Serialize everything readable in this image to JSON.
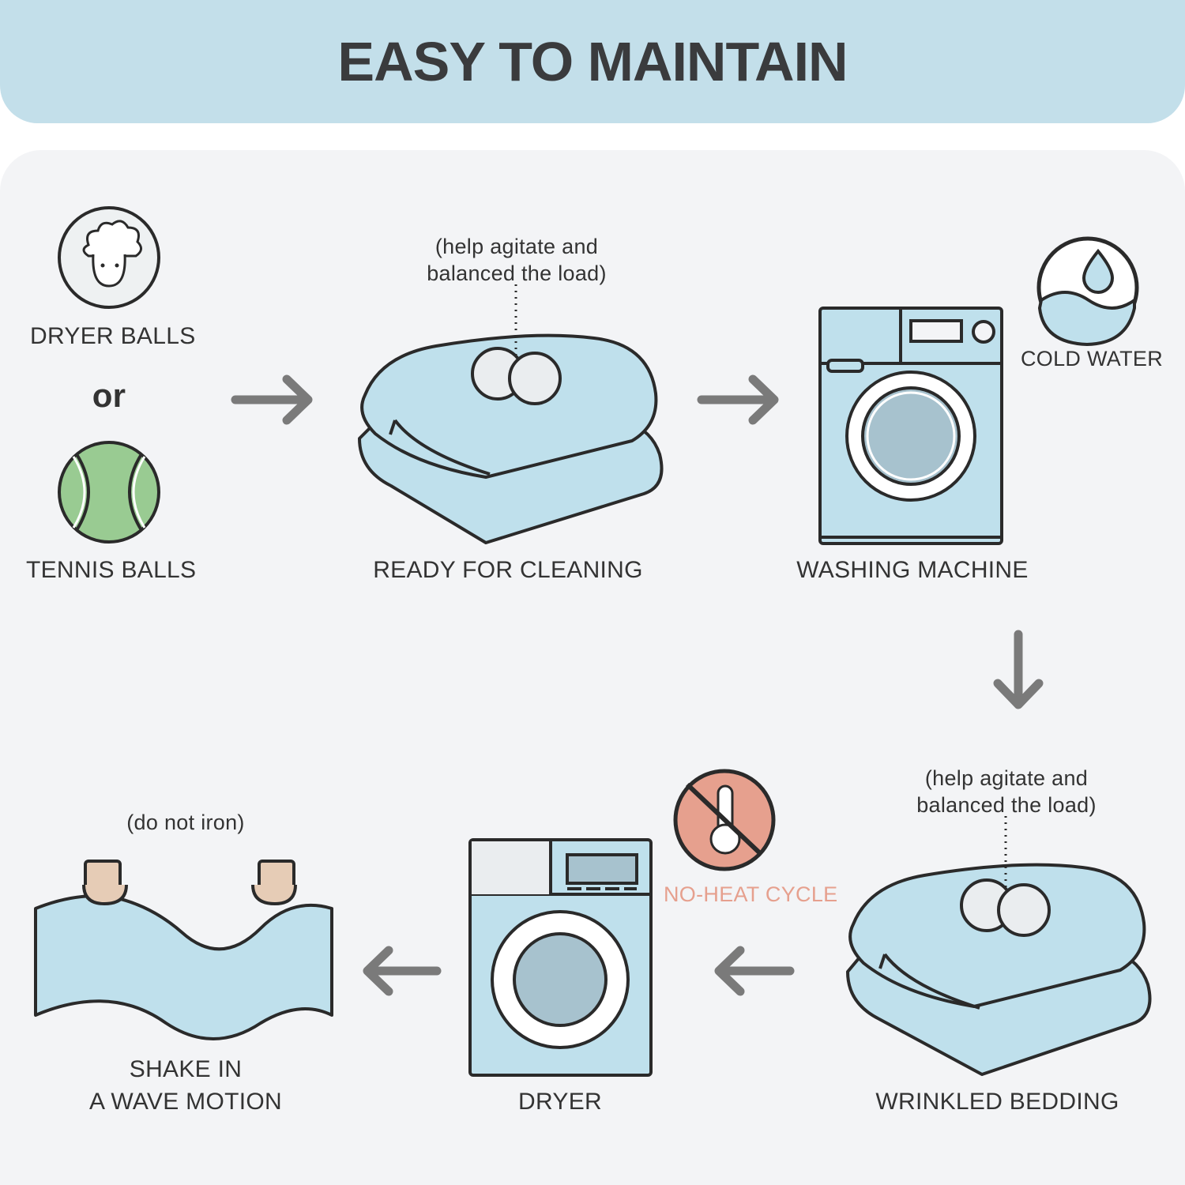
{
  "title": "EASY TO MAINTAIN",
  "colors": {
    "header_bg": "#c3dfea",
    "panel_bg": "#f3f4f6",
    "item_fill": "#bfe0ec",
    "arrow": "#7a7a7a",
    "tennis_ball": "#99cb92",
    "no_heat": "#e6a08e"
  },
  "icons": {
    "dryer_balls": "sheep-icon",
    "tennis_balls": "tennis-ball-icon",
    "cold_water": "water-drop-icon",
    "no_heat": "no-heat-thermometer-icon"
  },
  "steps": {
    "dryer_balls": "DRYER BALLS",
    "or": "or",
    "tennis_balls": "TENNIS BALLS",
    "ready_note_line1": "(help agitate and",
    "ready_note_line2": "balanced the load)",
    "ready_for_cleaning": "READY FOR CLEANING",
    "washing_machine": "WASHING MACHINE",
    "cold_water": "COLD WATER",
    "wrinkled_note_line1": "(help agitate and",
    "wrinkled_note_line2": "balanced the load)",
    "wrinkled_bedding": "WRINKLED BEDDING",
    "no_heat_cycle": "NO-HEAT CYCLE",
    "dryer": "DRYER",
    "iron_note": "(do not iron)",
    "shake_line1": "SHAKE IN",
    "shake_line2": "A WAVE MOTION"
  }
}
